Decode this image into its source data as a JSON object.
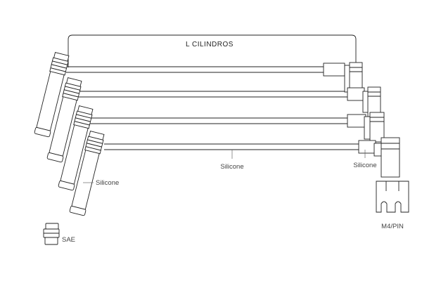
{
  "labels": {
    "length": "L  CILINDROS",
    "silicone_center": "Silicone",
    "silicone_left": "Silicone",
    "silicone_right": "Silicone",
    "sae": "SAE",
    "m4_pin": "M4/PIN"
  },
  "counts": {
    "cables": 4
  },
  "colors": {
    "ink": "#222222",
    "background": "#ffffff"
  }
}
